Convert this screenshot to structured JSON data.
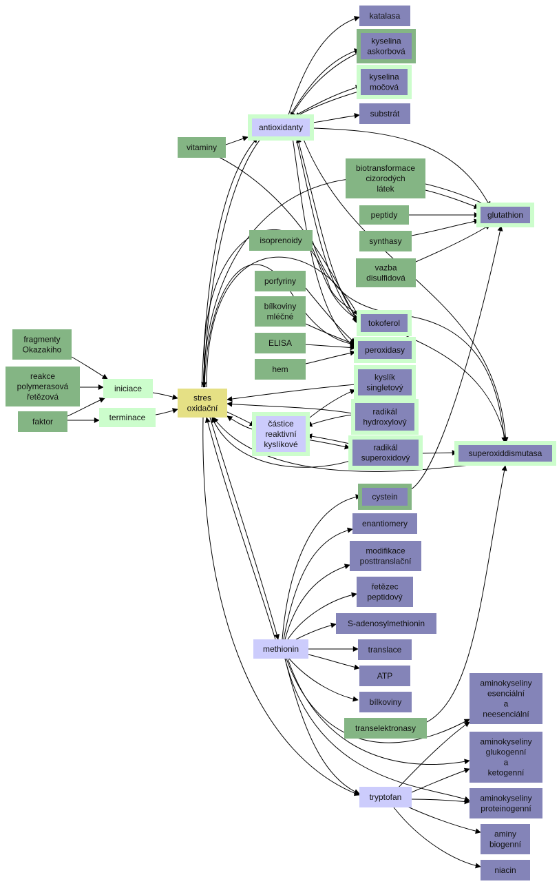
{
  "colors": {
    "green_node": "#84b584",
    "green_halo": "#ccfdcc",
    "purple_node": "#8484b8",
    "lavender_node": "#ccccfc",
    "yellow_node": "#e5e085",
    "edge": "#000000"
  },
  "nodes": {
    "katalasa": "katalasa",
    "kyselina_askorbova": [
      "kyselina",
      "askorbová"
    ],
    "kyselina_mocova": [
      "kyselina",
      "močová"
    ],
    "substrat": "substrát",
    "antioxidanty": "antioxidanty",
    "vitaminy": "vitaminy",
    "biotransformace": [
      "biotransformace",
      "cizorodých",
      "látek"
    ],
    "peptidy": "peptidy",
    "glutathion": "glutathion",
    "synthasy": "synthasy",
    "vazba": [
      "vazba",
      "disulfidová"
    ],
    "isoprenoidy": "isoprenoidy",
    "porfyriny": "porfyriny",
    "bilkoviny_mlecne": [
      "bílkoviny",
      "mléčné"
    ],
    "tokoferol": "tokoferol",
    "elisa": "ELISA",
    "peroxidasy": "peroxidasy",
    "hem": "hem",
    "fragmenty": [
      "fragmenty",
      "Okazakiho"
    ],
    "reakce": [
      "reakce",
      "polymerasová",
      "řetězová"
    ],
    "iniciace": "iniciace",
    "stres": [
      "stres",
      "oxidační"
    ],
    "kyslik": [
      "kyslík",
      "singletový"
    ],
    "faktor": "faktor",
    "terminace": "terminace",
    "radikal_hydroxylovy": [
      "radikál",
      "hydroxylový"
    ],
    "castice": [
      "částice",
      "reaktivní",
      "kyslíkové"
    ],
    "radikal_superoxidovy": [
      "radikál",
      "superoxidový"
    ],
    "superoxiddismutasa": "superoxiddismutasa",
    "cystein": "cystein",
    "enantiomery": "enantiomery",
    "modifikace": [
      "modifikace",
      "posttranslační"
    ],
    "retezec": [
      "řetězec",
      "peptidový"
    ],
    "sadenosyl": "S-adenosylmethionin",
    "methionin": "methionin",
    "translace": "translace",
    "atp": "ATP",
    "bilkoviny": "bílkoviny",
    "transelektronasy": "transelektronasy",
    "ak_esencialni": [
      "aminokyseliny",
      "esenciální",
      "a",
      "neesenciální"
    ],
    "ak_glukogenni": [
      "aminokyseliny",
      "glukogenní",
      "a",
      "ketogenní"
    ],
    "tryptofan": "tryptofan",
    "ak_proteinogenni": [
      "aminokyseliny",
      "proteinogenní"
    ],
    "aminy": [
      "aminy",
      "biogenní"
    ],
    "niacin": "niacin"
  }
}
